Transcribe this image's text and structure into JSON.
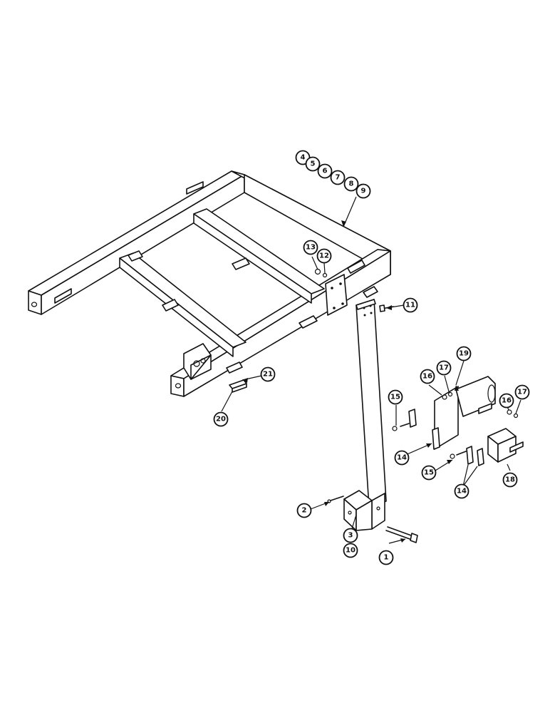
{
  "diagram": {
    "callouts": [
      {
        "id": "c1",
        "label": "1"
      },
      {
        "id": "c2",
        "label": "2"
      },
      {
        "id": "c3",
        "label": "3"
      },
      {
        "id": "c4",
        "label": "4"
      },
      {
        "id": "c5",
        "label": "5"
      },
      {
        "id": "c6",
        "label": "6"
      },
      {
        "id": "c7",
        "label": "7"
      },
      {
        "id": "c8",
        "label": "8"
      },
      {
        "id": "c9",
        "label": "9"
      },
      {
        "id": "c10",
        "label": "10"
      },
      {
        "id": "c11",
        "label": "11"
      },
      {
        "id": "c12",
        "label": "12"
      },
      {
        "id": "c13",
        "label": "13"
      },
      {
        "id": "c14a",
        "label": "14"
      },
      {
        "id": "c14b",
        "label": "14"
      },
      {
        "id": "c15a",
        "label": "15"
      },
      {
        "id": "c15b",
        "label": "15"
      },
      {
        "id": "c16a",
        "label": "16"
      },
      {
        "id": "c16b",
        "label": "16"
      },
      {
        "id": "c17a",
        "label": "17"
      },
      {
        "id": "c17b",
        "label": "17"
      },
      {
        "id": "c18",
        "label": "18"
      },
      {
        "id": "c19",
        "label": "19"
      },
      {
        "id": "c20",
        "label": "20"
      },
      {
        "id": "c21",
        "label": "21"
      }
    ]
  }
}
